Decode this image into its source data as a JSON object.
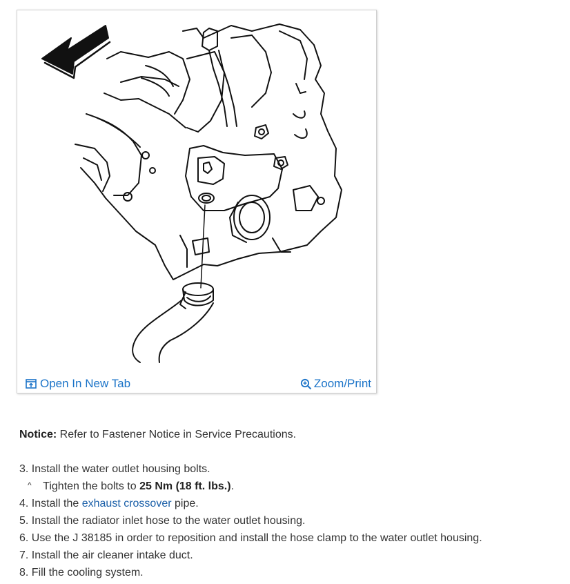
{
  "figure": {
    "open_link": "Open In New Tab",
    "zoom_link": "Zoom/Print"
  },
  "notice": {
    "label": "Notice:",
    "text": " Refer to Fastener Notice in Service Precautions."
  },
  "steps": [
    {
      "text": "3. Install the water outlet housing bolts."
    },
    {
      "caret": "^",
      "pre": " Tighten the bolts to ",
      "bold": "25 Nm (18 ft. lbs.)",
      "post": "."
    },
    {
      "pre": "4. Install the ",
      "link": "exhaust crossover",
      "post": " pipe."
    },
    {
      "text": "5. Install the radiator inlet hose to the water outlet housing."
    },
    {
      "text": "6. Use the J 38185 in order to reposition and install the hose clamp to the water outlet housing."
    },
    {
      "text": "7. Install the air cleaner intake duct."
    },
    {
      "text": "8. Fill the cooling system."
    }
  ],
  "colors": {
    "link": "#1a5fa8",
    "footer_link": "#1a73c8",
    "text": "#333333"
  }
}
